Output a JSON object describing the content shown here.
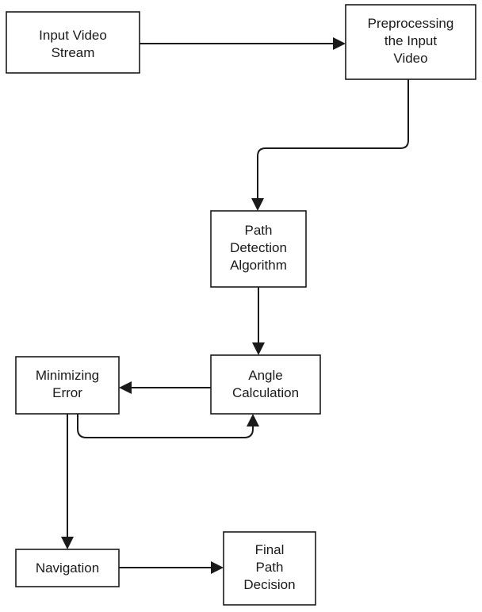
{
  "nodes": {
    "input_video": {
      "lines": [
        "Input Video",
        "Stream"
      ]
    },
    "preprocessing": {
      "lines": [
        "Preprocessing",
        "the Input",
        "Video"
      ]
    },
    "path_detection": {
      "lines": [
        "Path",
        "Detection",
        "Algorithm"
      ]
    },
    "angle_calculation": {
      "lines": [
        "Angle",
        "Calculation"
      ]
    },
    "minimizing_error": {
      "lines": [
        "Minimizing",
        "Error"
      ]
    },
    "navigation": {
      "lines": [
        "Navigation"
      ]
    },
    "final_path": {
      "lines": [
        "Final",
        "Path",
        "Decision"
      ]
    }
  },
  "edges": [
    {
      "from": "input_video",
      "to": "preprocessing"
    },
    {
      "from": "preprocessing",
      "to": "path_detection"
    },
    {
      "from": "path_detection",
      "to": "angle_calculation"
    },
    {
      "from": "angle_calculation",
      "to": "minimizing_error"
    },
    {
      "from": "minimizing_error",
      "to": "angle_calculation"
    },
    {
      "from": "minimizing_error",
      "to": "navigation"
    },
    {
      "from": "navigation",
      "to": "final_path"
    }
  ]
}
